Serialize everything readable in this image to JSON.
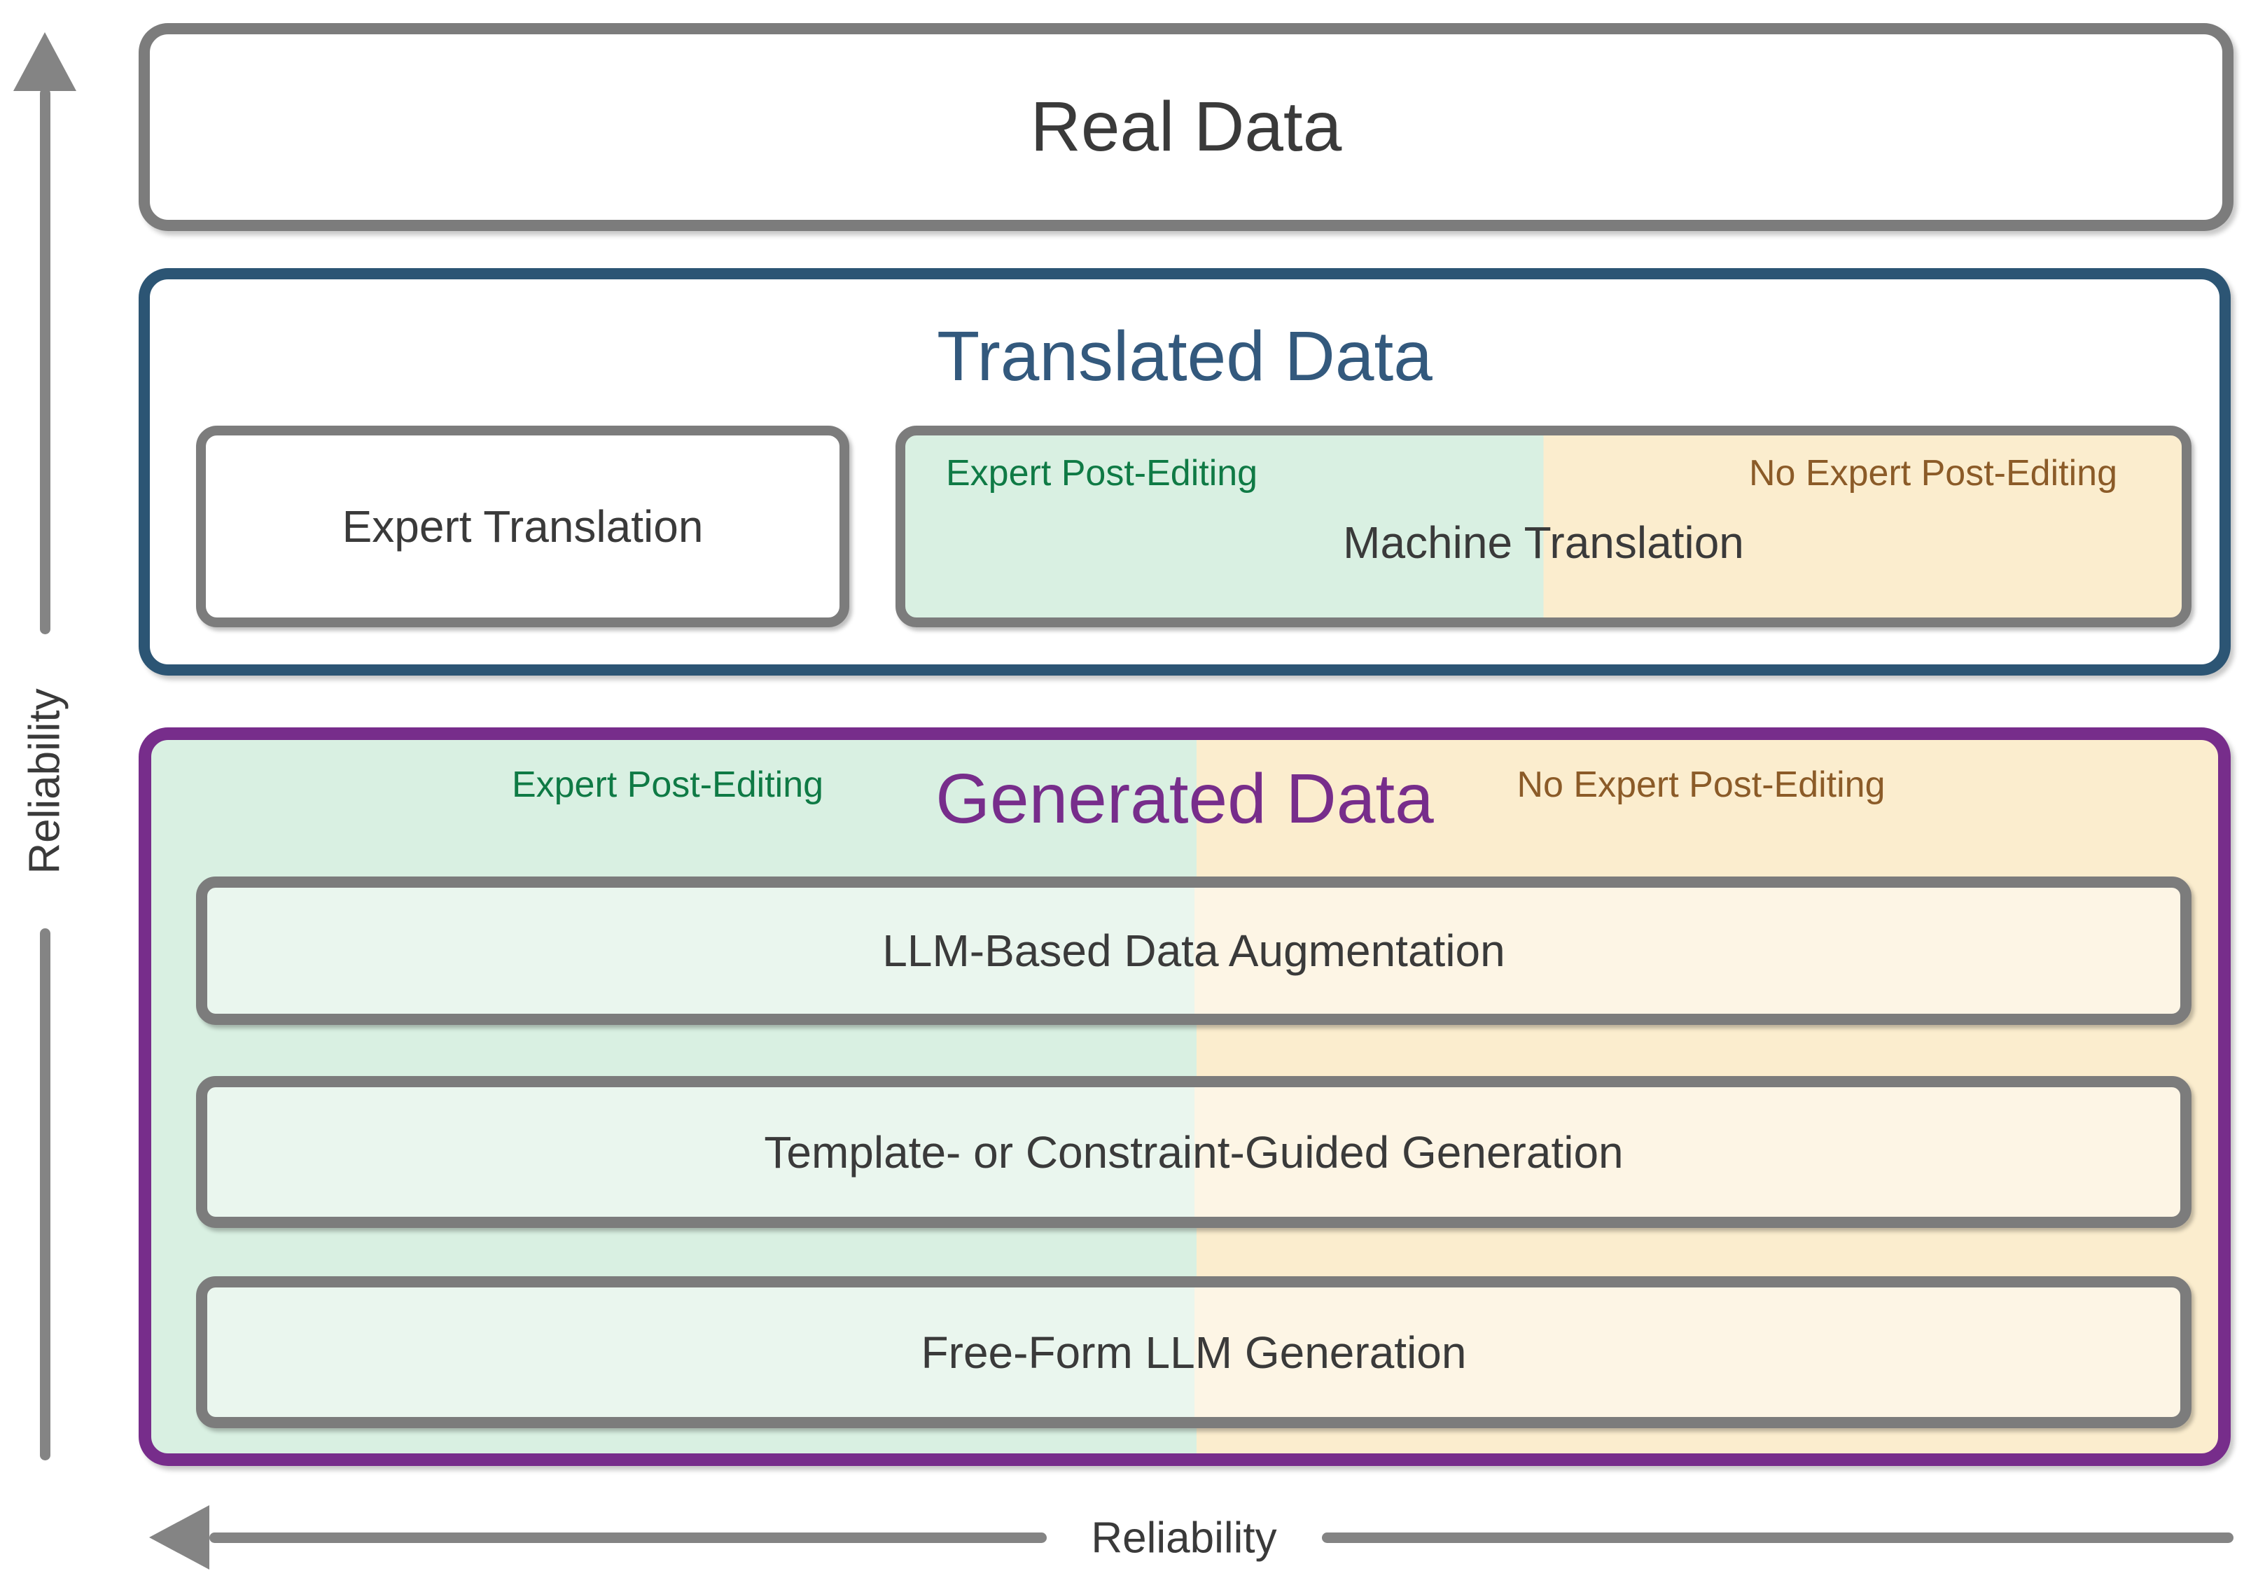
{
  "axes": {
    "vertical_label": "Reliability",
    "horizontal_label": "Reliability"
  },
  "layers": {
    "real": {
      "title": "Real Data"
    },
    "translated": {
      "title": "Translated Data",
      "expert_translation": {
        "label": "Expert Translation"
      },
      "machine_translation": {
        "label": "Machine Translation",
        "left_tag": "Expert Post-Editing",
        "right_tag": "No Expert Post-Editing"
      }
    },
    "generated": {
      "title": "Generated Data",
      "left_tag": "Expert Post-Editing",
      "right_tag": "No Expert Post-Editing",
      "methods": [
        "LLM-Based Data Augmentation",
        "Template- or Constraint-Guided Generation",
        "Free-Form LLM Generation"
      ]
    }
  },
  "colors": {
    "expert_zone_bg": "#d9f0e2",
    "no_expert_zone_bg": "#fbedce",
    "expert_zone_bg_light": "#eaf6ee",
    "no_expert_zone_bg_light": "#fdf5e5",
    "expert_tag_text": "#0f7a45",
    "no_expert_tag_text": "#8b5b28",
    "translated_accent": "#2c5574",
    "generated_accent": "#772d8b",
    "box_border_gray": "#7c7c7c",
    "arrow_gray": "#848484",
    "dark_text": "#3a3a3a"
  }
}
